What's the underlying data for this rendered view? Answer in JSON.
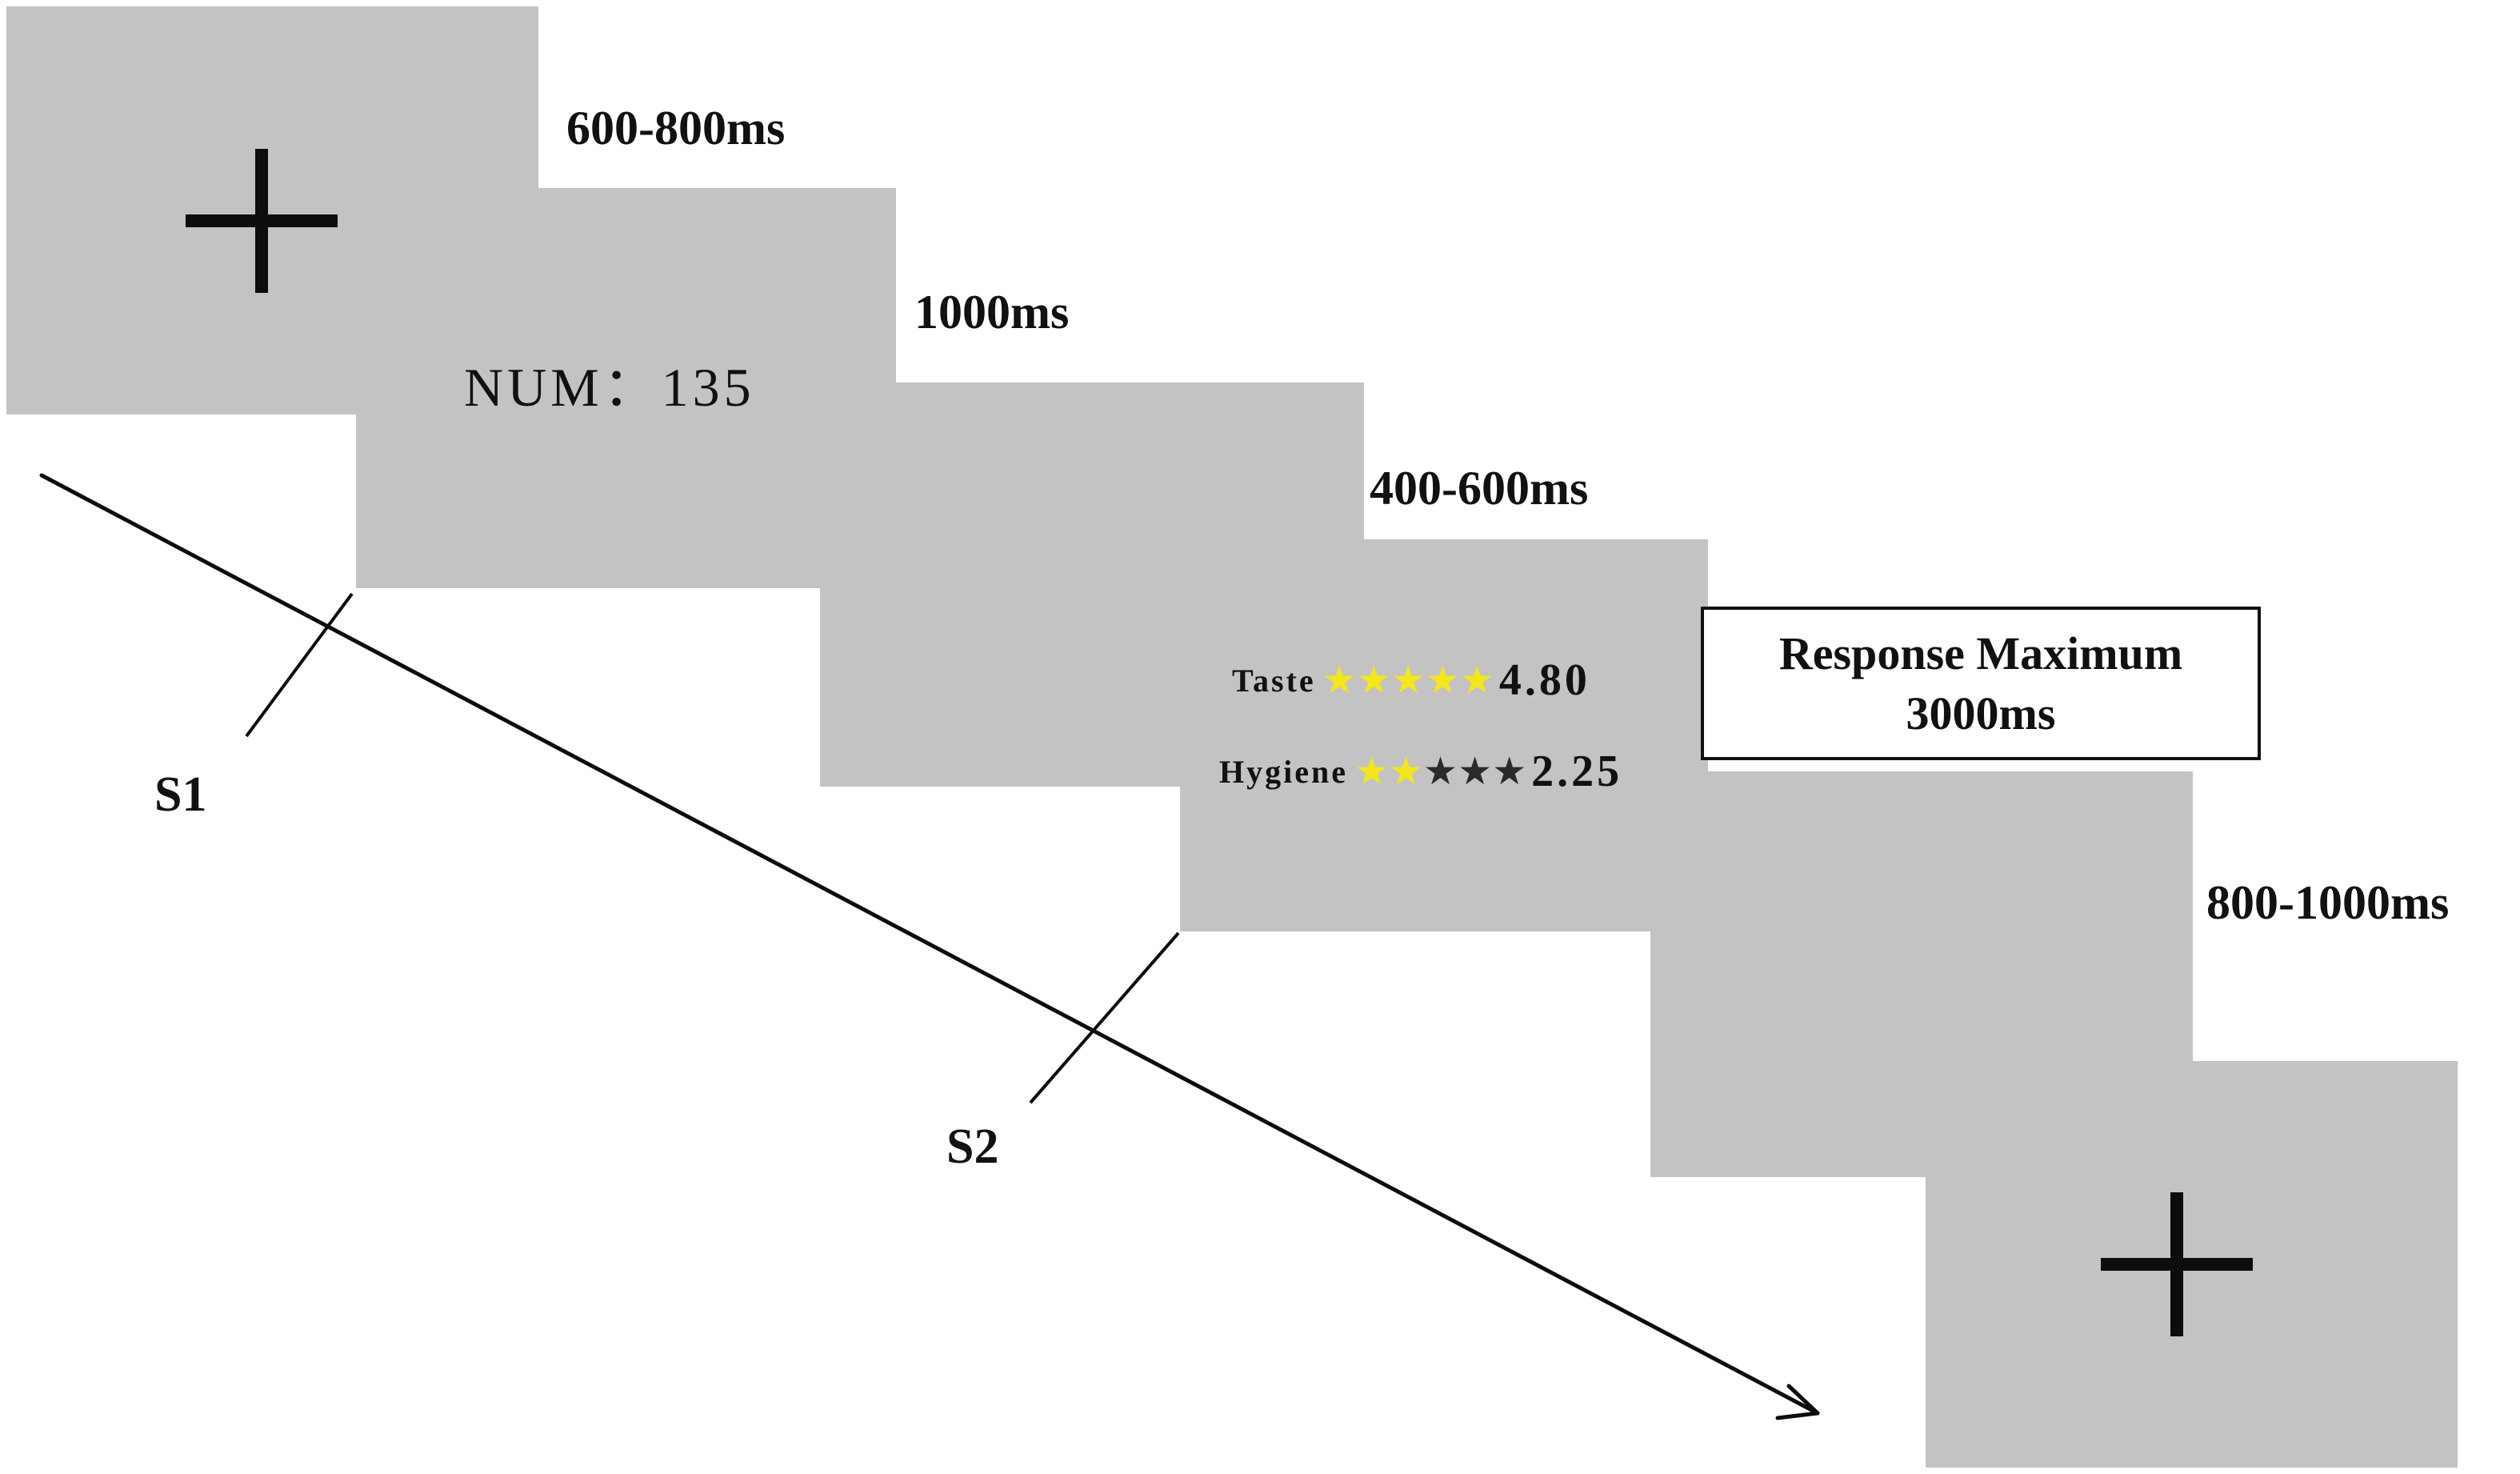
{
  "screens": {
    "fixation_start": {
      "content": "fixation-cross"
    },
    "number": {
      "label": "NUM：135"
    },
    "blank": {
      "content": "blank"
    },
    "ratings": {
      "rows": [
        {
          "name": "Taste",
          "filled_stars": 5,
          "total_stars": 5,
          "value": "4.80"
        },
        {
          "name": "Hygiene",
          "filled_stars": 2,
          "total_stars": 5,
          "value": "2.25"
        }
      ]
    },
    "blank_response": {
      "content": "blank"
    },
    "fixation_end": {
      "content": "fixation-cross"
    }
  },
  "timings": {
    "fixation": "600-800ms",
    "number": "1000ms",
    "blank": "400-600ms",
    "inter_trial": "800-1000ms"
  },
  "response_box": {
    "line1": "Response Maximum",
    "line2": "3000ms"
  },
  "stimulus_labels": {
    "s1": "S1",
    "s2": "S2"
  },
  "colors": {
    "screen_gray": "#c3c3c3",
    "star_filled": "#f5e61a",
    "star_empty": "#2a2a2a",
    "line": "#0d0d0d"
  }
}
